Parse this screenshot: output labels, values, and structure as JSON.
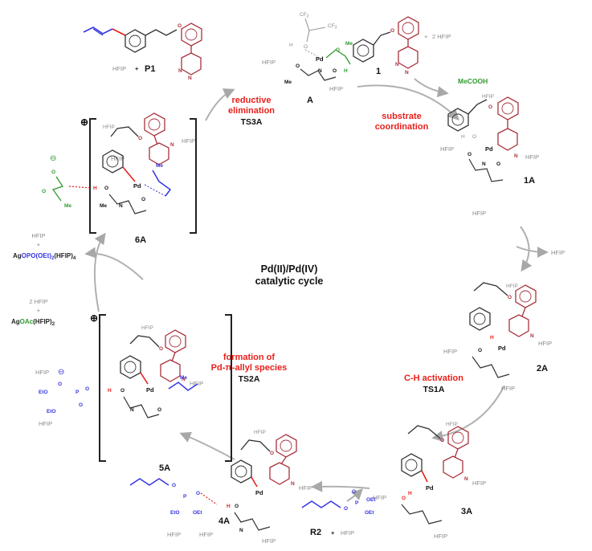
{
  "title_line1": "Pd(II)/Pd(IV)",
  "title_line2": "catalytic cycle",
  "steps": {
    "reductive_elimination_1": "reductive",
    "reductive_elimination_2": "elimination",
    "reductive_elimination_ts": "TS3A",
    "substrate_coordination_1": "substrate",
    "substrate_coordination_2": "coordination",
    "ch_activation": "C-H activation",
    "ch_activation_ts": "TS1A",
    "allyl_1": "formation of",
    "allyl_2": "Pd-π-allyl species",
    "allyl_ts": "TS2A"
  },
  "compounds": {
    "A": "A",
    "c1": "1",
    "c1A": "1A",
    "c2A": "2A",
    "c3A": "3A",
    "c4A": "4A",
    "c5A": "5A",
    "c6A": "6A",
    "P1": "P1",
    "R2": "R2"
  },
  "labels": {
    "hfip": "HFIP",
    "plus": "+",
    "two_hfip": "2 HFIP",
    "mecooh": "MeCOOH",
    "ag_top_1": "Ag",
    "ag_top_2": "OPO(OEt)",
    "ag_top_3": "2",
    "ag_top_4": "(HFIP)",
    "ag_top_5": "4",
    "ag_bot_1": "Ag",
    "ag_bot_2": "OAc",
    "ag_bot_3": "(HFIP)",
    "ag_bot_4": "2",
    "pd": "Pd",
    "n": "N",
    "o": "O",
    "h": "H",
    "me": "Me",
    "cf3": "CF",
    "cf3_sub": "3",
    "p": "P",
    "oet": "OEt",
    "eto": "EtO",
    "charge_plus": "⊕",
    "charge_minus": "⊖"
  },
  "colors": {
    "red": "#e8201b",
    "green": "#2e9a2e",
    "blue": "#3434e0",
    "brown": "#a8323c",
    "gray": "#8a8a8a",
    "black": "#222222"
  }
}
